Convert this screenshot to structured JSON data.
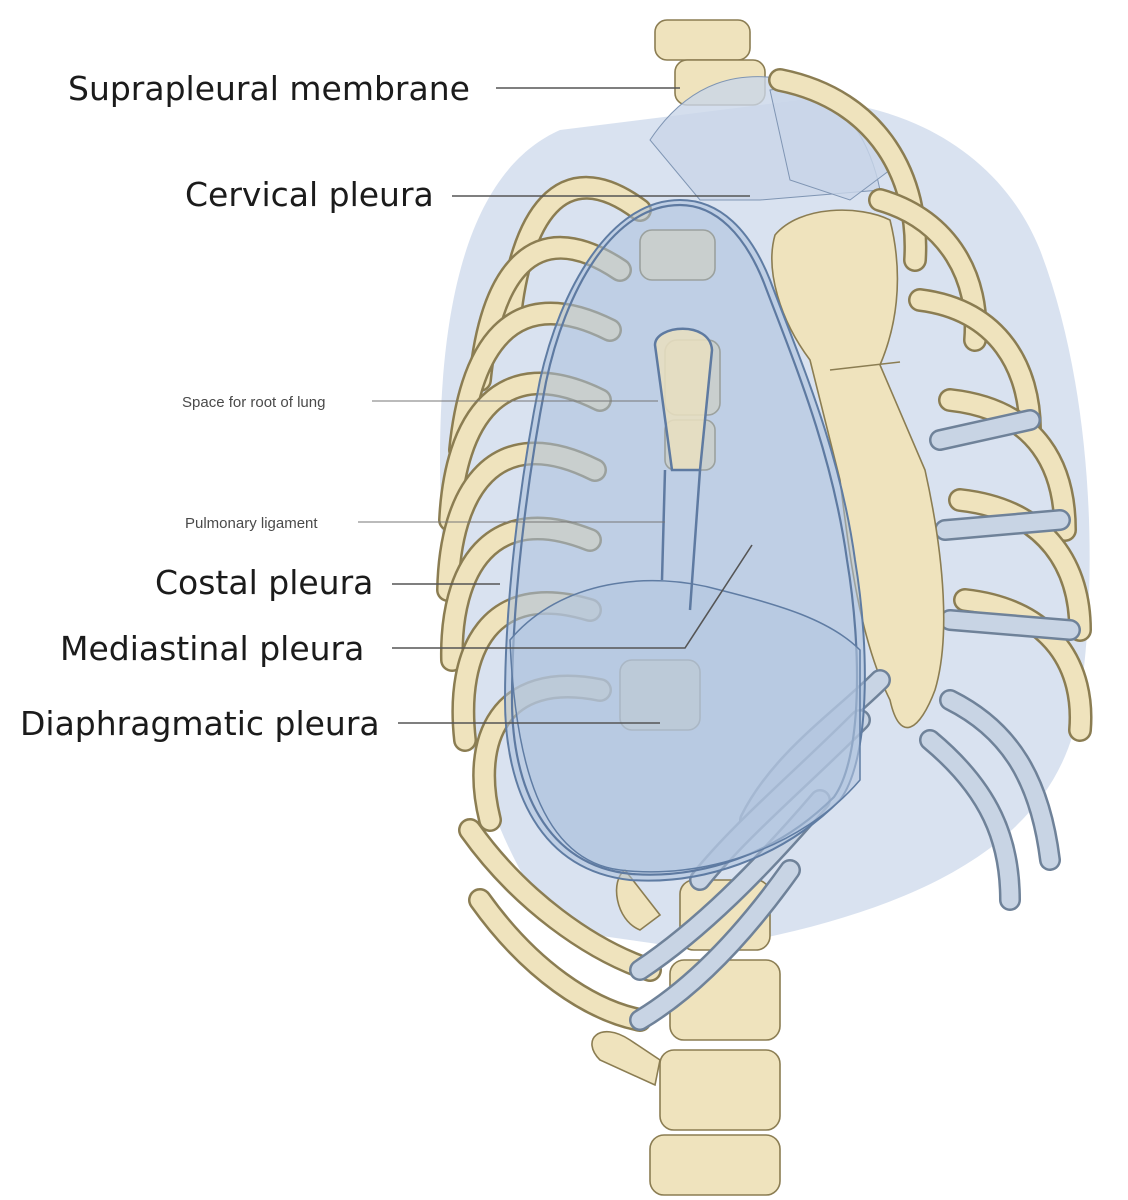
{
  "labels": {
    "suprapleural_membrane": "Suprapleural membrane",
    "cervical_pleura": "Cervical pleura",
    "space_for_root_of_lung": "Space for root of lung",
    "pulmonary_ligament": "Pulmonary ligament",
    "costal_pleura": "Costal pleura",
    "mediastinal_pleura": "Mediastinal pleura",
    "diaphragmatic_pleura": "Diaphragmatic pleura"
  },
  "colors": {
    "bone": "#efe3bd",
    "cartilage": "#c6d2e3",
    "pleura": "#a9bfdc",
    "label_text": "#1b1b1b"
  }
}
